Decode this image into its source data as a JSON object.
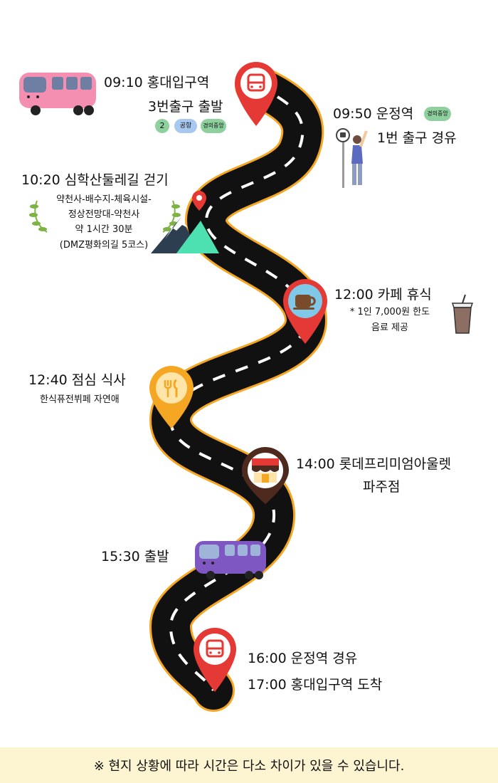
{
  "stops": [
    {
      "time_text": "09:10 홍대입구역",
      "line2": "3번출구 출발",
      "badges": [
        "2",
        "공항",
        "경의중앙"
      ]
    },
    {
      "time_text": "09:50 운정역",
      "badge": "경의중앙",
      "line2": "1번 출구 경유"
    },
    {
      "time_text": "10:20 심학산둘레길 걷기",
      "lines": [
        "약천사-배수지-체육시설-",
        "정상전망대-약천사",
        "약 1시간 30분",
        "(DMZ평화의길 5코스)"
      ]
    },
    {
      "time_text": "12:00 카페 휴식",
      "lines": [
        "* 1인 7,000원 한도",
        "음료 제공"
      ]
    },
    {
      "time_text": "12:40 점심 식사",
      "lines": [
        "한식퓨전뷔페 자연애"
      ]
    },
    {
      "time_text": "14:00 롯데프리미엄아울렛",
      "line2": "파주점"
    },
    {
      "time_text": "15:30 출발"
    },
    {
      "time_text": "16:00 운정역 경유"
    },
    {
      "time_text": "17:00 홍대입구역 도착"
    }
  ],
  "footer": "※ 현지 상황에 따라 시간은 다소 차이가 있을 수 있습니다.",
  "colors": {
    "road": "#111111",
    "road_edge": "#f5a623",
    "pin_red": "#e53935",
    "pin_orange": "#f5a623",
    "pin_brown": "#4e2a1e",
    "bus_pink": "#f48fb1",
    "bus_purple": "#7e57c2",
    "badge_green": "#8fd19e",
    "badge_blue": "#a9c8ef",
    "footer_bg": "#fdf5d2"
  }
}
